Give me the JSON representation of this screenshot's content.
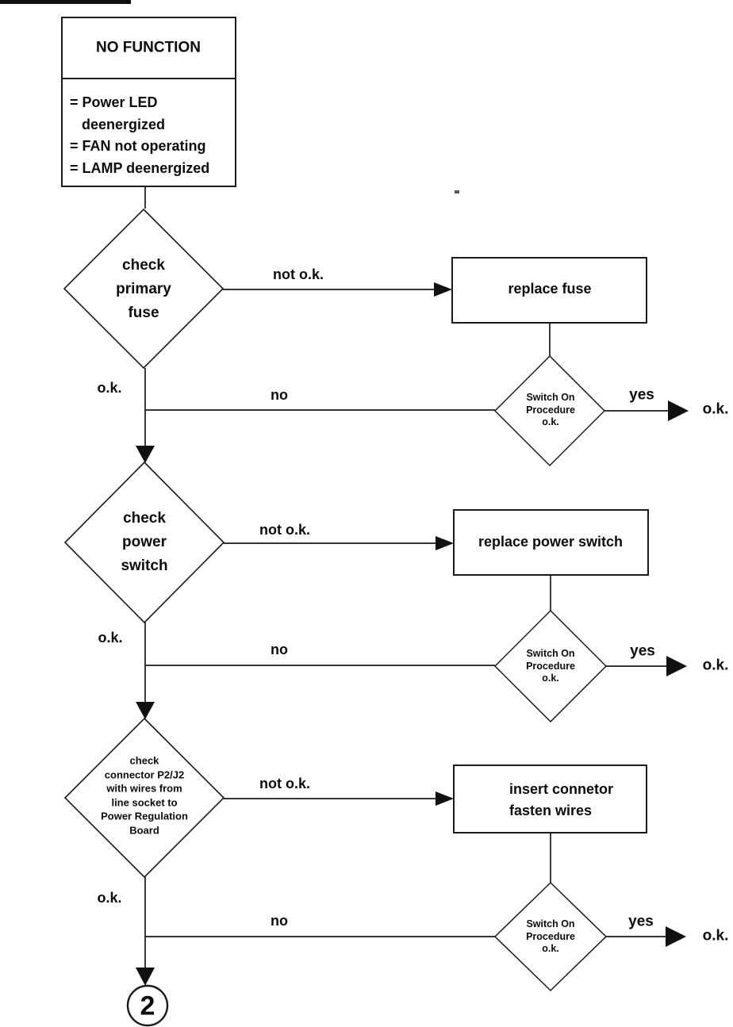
{
  "colors": {
    "line": "#1a1a1a",
    "text": "#0d0d0d",
    "background": "#ffffff"
  },
  "flowchart": {
    "start": {
      "title": "NO FUNCTION",
      "symptoms": "= Power LED\n   deenergized\n= FAN not operating\n= LAMP deenergized"
    },
    "rows": [
      {
        "decision": "check\nprimary\nfuse",
        "branch_fail_label": "not o.k.",
        "action": "replace fuse",
        "verify": "Switch On\nProcedure\no.k.",
        "ok_label": "o.k.",
        "no_label": "no",
        "yes_label": "yes",
        "result_label": "o.k."
      },
      {
        "decision": "check\npower\nswitch",
        "branch_fail_label": "not o.k.",
        "action": "replace power switch",
        "verify": "Switch On\nProcedure\no.k.",
        "ok_label": "o.k.",
        "no_label": "no",
        "yes_label": "yes",
        "result_label": "o.k."
      },
      {
        "decision": "check\nconnector P2/J2\nwith wires from\nline socket to\nPower Regulation\nBoard",
        "branch_fail_label": "not o.k.",
        "action": "insert connetor\nfasten wires",
        "verify": "Switch On\nProcedure\no.k.",
        "ok_label": "o.k.",
        "no_label": "no",
        "yes_label": "yes",
        "result_label": "o.k."
      }
    ],
    "offpage_connector": "2"
  }
}
